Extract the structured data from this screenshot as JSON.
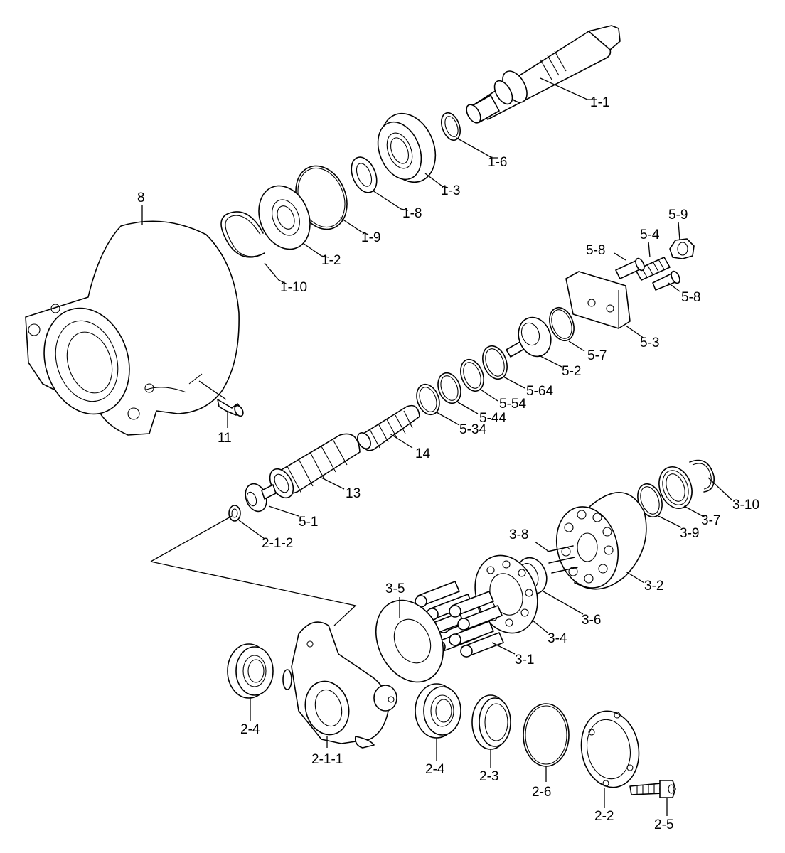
{
  "diagram": {
    "labels": {
      "p1_1": "1-1",
      "p1_6": "1-6",
      "p1_3": "1-3",
      "p1_8": "1-8",
      "p1_9": "1-9",
      "p1_2": "1-2",
      "p1_10": "1-10",
      "p8": "8",
      "p11": "11",
      "p5_9": "5-9",
      "p5_4": "5-4",
      "p5_8a": "5-8",
      "p5_8b": "5-8",
      "p5_3": "5-3",
      "p5_7": "5-7",
      "p5_2": "5-2",
      "p5_64": "5-64",
      "p5_54": "5-54",
      "p5_44": "5-44",
      "p5_34": "5-34",
      "p14": "14",
      "p13": "13",
      "p5_1": "5-1",
      "p2_1_2": "2-1-2",
      "p3_10": "3-10",
      "p3_7": "3-7",
      "p3_9": "3-9",
      "p3_8": "3-8",
      "p3_2": "3-2",
      "p3_5": "3-5",
      "p3_6": "3-6",
      "p3_4": "3-4",
      "p3_1": "3-1",
      "p2_4a": "2-4",
      "p2_1_1": "2-1-1",
      "p2_4b": "2-4",
      "p2_3": "2-3",
      "p2_6": "2-6",
      "p2_2": "2-2",
      "p2_5": "2-5"
    }
  }
}
